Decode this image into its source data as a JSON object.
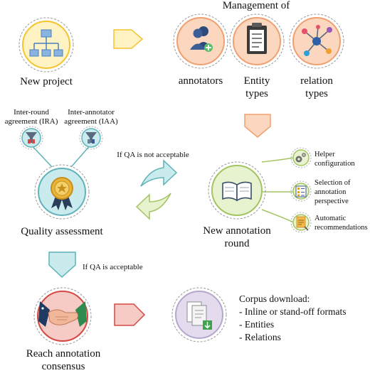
{
  "colors": {
    "yellow": "#f4c430",
    "yellow_fill": "#fff3c4",
    "orange": "#f0a070",
    "orange_fill": "#fcd7bf",
    "teal": "#5fb3b9",
    "teal_fill": "#c9ebee",
    "green": "#a4c463",
    "green_fill": "#e7f2cf",
    "red": "#d24a43",
    "red_fill": "#f6cbc5",
    "purple_fill": "#e4dcee",
    "dashed_ring": "#999999"
  },
  "steps": {
    "new_project": {
      "label": "New project",
      "icon": "hierarchy-icon"
    },
    "management": {
      "title": "Management of",
      "annotators": "annotators",
      "entity_types_l1": "Entity",
      "entity_types_l2": "types",
      "relation_types_l1": "relation",
      "relation_types_l2": "types"
    },
    "annotation_round": {
      "label_l1": "New annotation",
      "label_l2": "round",
      "features": [
        {
          "l1": "Helper",
          "l2": "configuration",
          "l3": ""
        },
        {
          "l1": "Selection of",
          "l2": "annotation",
          "l3": "perspective"
        },
        {
          "l1": "Automatic",
          "l2": "recommendations",
          "l3": ""
        }
      ]
    },
    "quality": {
      "label": "Quality assessment",
      "ira_l1": "Inter-round",
      "ira_l2": "agreement (IRA)",
      "iaa_l1": "Inter-annotator",
      "iaa_l2": "agreement (IAA)"
    },
    "conditions": {
      "not_acceptable": "If QA is not acceptable",
      "acceptable": "If QA is acceptable"
    },
    "consensus": {
      "label_l1": "Reach annotation",
      "label_l2": "consensus"
    },
    "download": {
      "title": "Corpus download:",
      "items": [
        "- Inline or stand-off formats",
        "- Entities",
        "- Relations"
      ]
    }
  }
}
